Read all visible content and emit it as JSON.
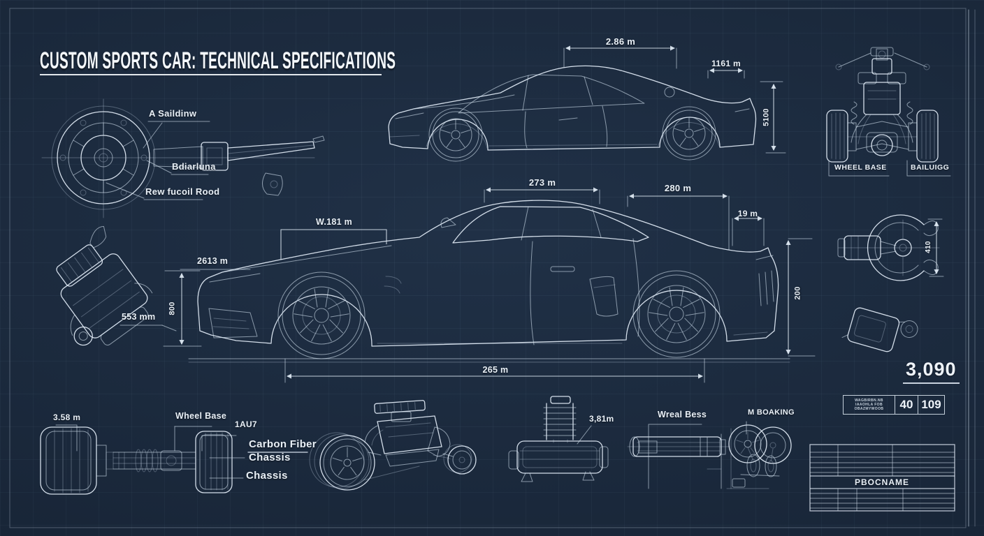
{
  "title": {
    "text": "CUSTOM SPORTS CAR: TECHNICAL SPECIFICATIONS"
  },
  "top_view": {
    "dim_roof": "2.86 m",
    "dim_rear_deck": "1161 m",
    "dim_height": "5100"
  },
  "front_axle_detail": {
    "label_top": "A Saildinw",
    "label_mid": "Bdiarluna",
    "label_bottom": "Rew fucoil Rood"
  },
  "front_suspension_view": {
    "label_left": "WHEEL BASE",
    "label_right": "BAILUIGG"
  },
  "main_view": {
    "dim_hood": "W.181 m",
    "dim_front_overhang": "2613 m",
    "dim_sill": "553 mm",
    "dim_front_height": "800",
    "dim_roof": "273 m",
    "dim_rear": "280 m",
    "dim_spoiler": "19 m",
    "dim_rear_height": "200",
    "dim_length": "265 m"
  },
  "hub_detail": {
    "dim_height": "410"
  },
  "spec_box": {
    "big_number": "3,090",
    "note_line1": "WAGBIRBN.NB",
    "note_line2": "IAAOHLA FOB",
    "note_line3": "OBAZMYWOOB",
    "value1": "40",
    "value2": "109"
  },
  "chassis_view": {
    "dim_front": "3.58 m",
    "label_wheelbase": "Wheel Base",
    "label_code": "1AU7",
    "label_material": "Carbon Fiber",
    "label_chassis_1": "Chassis",
    "label_chassis_2": "Chassis"
  },
  "drivetrain_view": {
    "dim": "3,81m"
  },
  "cylinder_detail": {
    "label": "Wreal Bess"
  },
  "hub_assembly": {
    "label": "M BOAKING"
  },
  "title_block": {
    "name": "PBOCNAME"
  }
}
